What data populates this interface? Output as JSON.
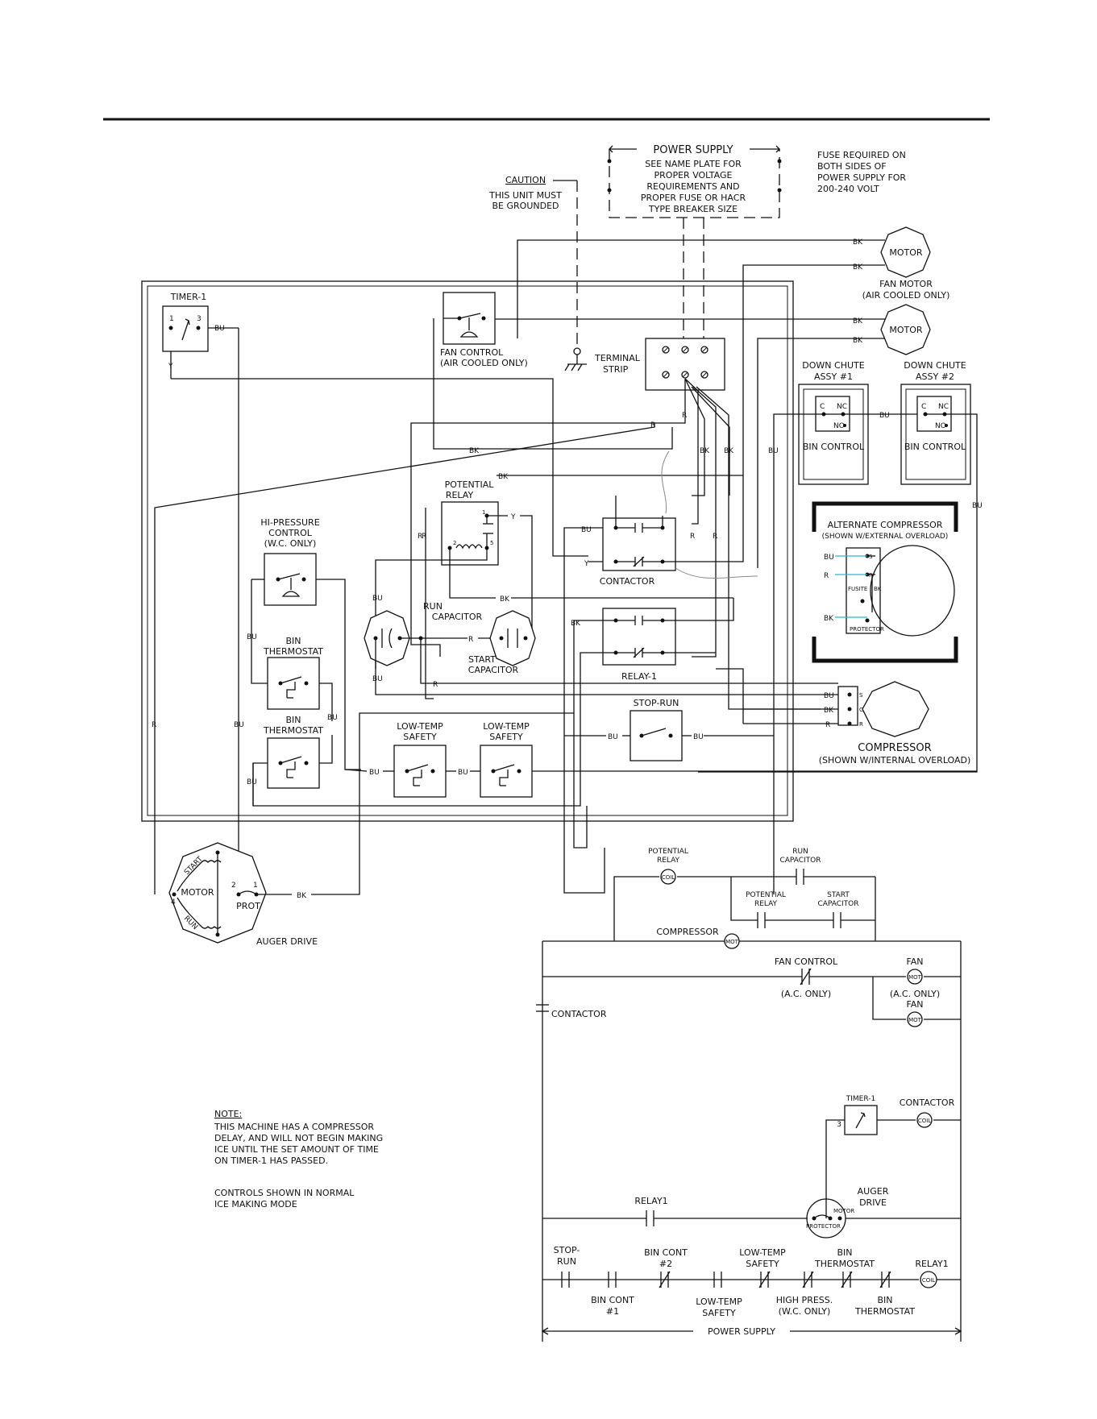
{
  "labels": {
    "power_supply_top": "POWER SUPPLY",
    "power_note_1": "SEE NAME PLATE FOR",
    "power_note_2": "PROPER VOLTAGE",
    "power_note_3": "REQUIREMENTS AND",
    "power_note_4": "PROPER FUSE OR HACR",
    "power_note_5": "TYPE BREAKER SIZE",
    "fuse_note_1": "FUSE REQUIRED ON",
    "fuse_note_2": "BOTH SIDES OF",
    "fuse_note_3": "POWER SUPPLY FOR",
    "fuse_note_4": "200-240 VOLT",
    "caution": "CAUTION",
    "caution_1": "THIS UNIT MUST",
    "caution_2": "BE GROUNDED",
    "motor": "MOTOR",
    "fan_motor_1": "FAN MOTOR",
    "fan_motor_2": "(AIR COOLED ONLY)",
    "timer1": "TIMER-1",
    "fan_control_1": "FAN CONTROL",
    "fan_control_2": "(AIR COOLED ONLY)",
    "terminal_1": "TERMINAL",
    "terminal_2": "STRIP",
    "down_chute1_1": "DOWN CHUTE",
    "down_chute1_2": "ASSY #1",
    "down_chute2_1": "DOWN CHUTE",
    "down_chute2_2": "ASSY #2",
    "bin_control": "BIN CONTROL",
    "nc": "NC",
    "no": "NO",
    "c": "C",
    "potential_relay_1": "POTENTIAL",
    "potential_relay_2": "RELAY",
    "alt_comp_1": "ALTERNATE COMPRESSOR",
    "alt_comp_2": "(SHOWN W/EXTERNAL OVERLOAD)",
    "fusite": "FUSITE",
    "protector": "PROTECTOR",
    "hi_pressure_1": "HI-PRESSURE",
    "hi_pressure_2": "CONTROL",
    "hi_pressure_3": "(W.C. ONLY)",
    "contactor": "CONTACTOR",
    "run_capacitor_1": "RUN",
    "run_capacitor_2": "CAPACITOR",
    "start_capacitor_1": "START",
    "start_capacitor_2": "CAPACITOR",
    "bin_thermostat_1": "BIN",
    "bin_thermostat_2": "THERMOSTAT",
    "relay1": "RELAY-1",
    "stop_run": "STOP-RUN",
    "low_temp_1": "LOW-TEMP",
    "low_temp_2": "SAFETY",
    "compressor": "COMPRESSOR",
    "compressor_note": "(SHOWN W/INTERNAL OVERLOAD)",
    "auger_motor": "MOTOR",
    "start": "START",
    "run": "RUN",
    "prot": "PROT",
    "auger_drive": "AUGER DRIVE",
    "wire_bu": "BU",
    "wire_bk": "BK",
    "wire_r": "R",
    "wire_y": "Y",
    "s": "S",
    "r": "R",
    "n1": "1",
    "n2": "2",
    "n3": "3",
    "n4": "4",
    "n5": "5",
    "note_title": "NOTE:",
    "note_1": "THIS MACHINE HAS A COMPRESSOR",
    "note_2": "DELAY, AND WILL NOT BEGIN MAKING",
    "note_3": "ICE UNTIL THE SET AMOUNT OF TIME",
    "note_4": "ON TIMER-1 HAS PASSED.",
    "note_5": "CONTROLS SHOWN IN NORMAL",
    "note_6": "ICE MAKING MODE"
  },
  "ladder": {
    "potential_relay_1": "POTENTIAL",
    "potential_relay_2": "RELAY",
    "coil": "COIL",
    "run_capacitor_1": "RUN",
    "run_capacitor_2": "CAPACITOR",
    "potential_relay_3": "POTENTIAL",
    "potential_relay_4": "RELAY",
    "start_capacitor_1": "START",
    "start_capacitor_2": "CAPACITOR",
    "compressor": "COMPRESSOR",
    "mot": "MOT",
    "fan_control": "FAN CONTROL",
    "ac_only_1": "(A.C. ONLY)",
    "fan": "FAN",
    "ac_only_2": "(A.C. ONLY)",
    "fan_2": "FAN",
    "contactor": "CONTACTOR",
    "timer1": "TIMER-1",
    "contactor_coil": "CONTACTOR",
    "n3": "3",
    "relay1": "RELAY1",
    "auger_drive_1": "AUGER",
    "auger_drive_2": "DRIVE",
    "motor": "MOTOR",
    "protector": "PROTECTOR",
    "stop_run_1": "STOP-",
    "stop_run_2": "RUN",
    "bin_cont2_1": "BIN CONT",
    "bin_cont2_2": "#2",
    "low_temp_top_1": "LOW-TEMP",
    "low_temp_top_2": "SAFETY",
    "bin_thermostat_top_1": "BIN",
    "bin_thermostat_top_2": "THERMOSTAT",
    "relay1_coil": "RELAY1",
    "bin_cont1_1": "BIN CONT",
    "bin_cont1_2": "#1",
    "low_temp_bot_1": "LOW-TEMP",
    "low_temp_bot_2": "SAFETY",
    "high_press_1": "HIGH PRESS.",
    "high_press_2": "(W.C. ONLY)",
    "bin_thermostat_bot_1": "BIN",
    "bin_thermostat_bot_2": "THERMOSTAT",
    "power_supply": "POWER SUPPLY"
  }
}
